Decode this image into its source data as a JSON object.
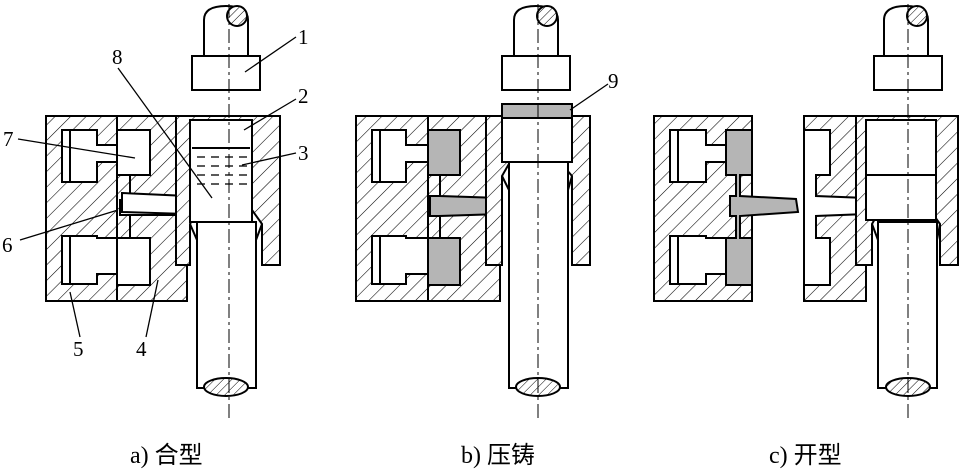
{
  "captions": {
    "a": "a) 合型",
    "b": "b) 压铸",
    "c": "c) 开型"
  },
  "labels": {
    "n1": "1",
    "n2": "2",
    "n3": "3",
    "n4": "4",
    "n5": "5",
    "n6": "6",
    "n7": "7",
    "n8": "8",
    "n9": "9"
  },
  "colors": {
    "line": "#000000",
    "casting": "#b5b5b5",
    "hatch": "#000000",
    "background": "#ffffff"
  }
}
